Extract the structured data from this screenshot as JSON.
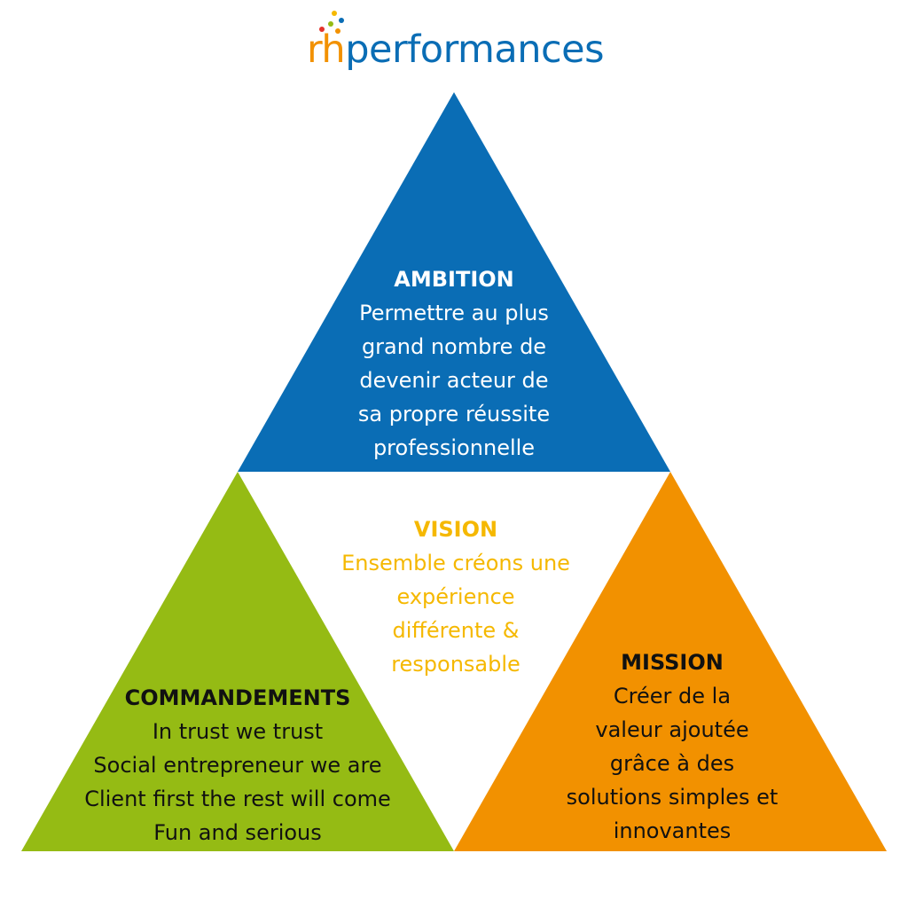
{
  "logo": {
    "rh": "rh",
    "name": "performances",
    "colors": {
      "rh": "#f29100",
      "name": "#0a6db5"
    }
  },
  "diagram": {
    "colors": {
      "ambition": "#0a6db5",
      "vision_text": "#f5b800",
      "commandements": "#95bb14",
      "mission": "#f29100"
    },
    "ambition": {
      "title": "AMBITION",
      "lines": [
        "Permettre au plus",
        "grand nombre de",
        "devenir acteur de",
        "sa propre réussite",
        "professionnelle"
      ]
    },
    "vision": {
      "title": "VISION",
      "lines": [
        "Ensemble créons une",
        "expérience",
        "différente &",
        "responsable"
      ]
    },
    "commandements": {
      "title": "COMMANDEMENTS",
      "lines": [
        "In trust we trust",
        "Social entrepreneur we are",
        "Client first the rest will come",
        "Fun and serious"
      ]
    },
    "mission": {
      "title": "MISSION",
      "lines": [
        "Créer de la",
        "valeur ajoutée",
        "grâce à des",
        "solutions simples et",
        "innovantes"
      ]
    }
  }
}
